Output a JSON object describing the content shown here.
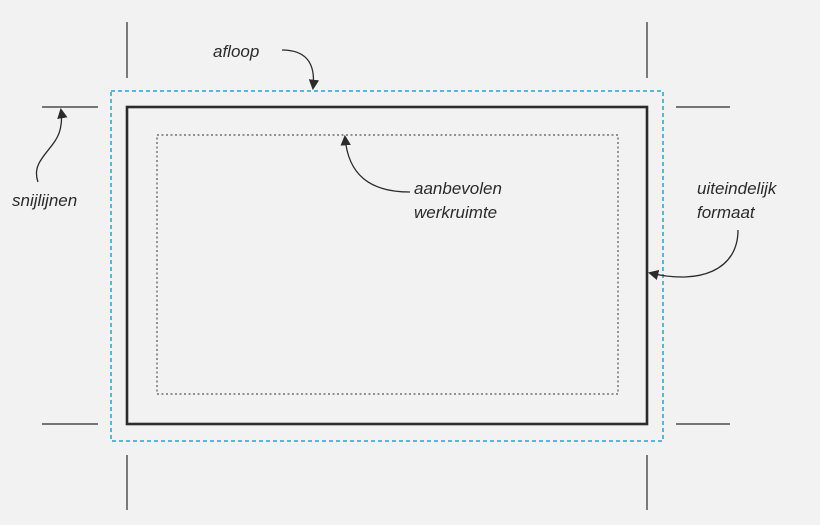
{
  "labels": {
    "bleed": "afloop",
    "crop_marks": "snijlijnen",
    "safe_area_line1": "aanbevolen",
    "safe_area_line2": "werkruimte",
    "final_size_line1": "uiteindelijk",
    "final_size_line2": "formaat"
  },
  "colors": {
    "background": "#f2f2f2",
    "bleed_line": "#2a9fd6",
    "trim_line": "#2b2b2b",
    "safe_line": "#555555",
    "text": "#2b2b2b"
  }
}
